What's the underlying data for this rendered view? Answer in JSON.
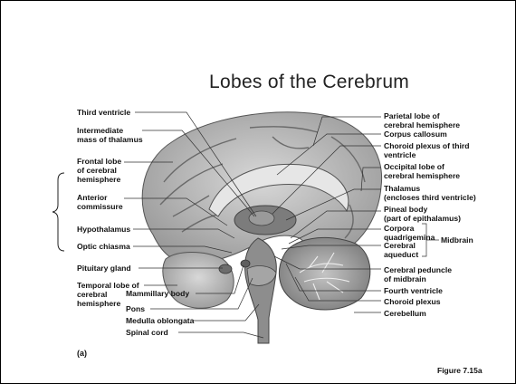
{
  "title": "Lobes of the Cerebrum",
  "panel_label": "(a)",
  "figure_caption": "Figure 7.15a",
  "labels_left": {
    "third_ventricle": "Third ventricle",
    "intermediate_mass": "Intermediate\nmass of thalamus",
    "frontal_lobe": "Frontal lobe\nof cerebral\nhemisphere",
    "anterior_commissure": "Anterior\ncommissure",
    "hypothalamus": "Hypothalamus",
    "optic_chiasma": "Optic chiasma",
    "pituitary_gland": "Pituitary gland",
    "temporal_lobe": "Temporal lobe of\ncerebral\nhemisphere"
  },
  "labels_bottom": {
    "mammillary_body": "Mammillary body",
    "pons": "Pons",
    "medulla_oblongata": "Medulla oblongata",
    "spinal_cord": "Spinal cord"
  },
  "labels_right": {
    "parietal_lobe": "Parietal lobe of\ncerebral hemisphere",
    "corpus_callosum": "Corpus callosum",
    "choroid_plexus_third": "Choroid plexus of third\nventricle",
    "occipital_lobe": "Occipital lobe of\ncerebral hemisphere",
    "thalamus": "Thalamus\n(encloses third ventricle)",
    "pineal_body": "Pineal body\n(part of epithalamus)",
    "corpora_quadrigemina": "Corpora\nquadrigemina",
    "cerebral_aqueduct": "Cerebral\naqueduct",
    "midbrain": "Midbrain",
    "cerebral_peduncle": "Cerebral peduncle\nof midbrain",
    "fourth_ventricle": "Fourth ventricle",
    "choroid_plexus": "Choroid plexus",
    "cerebellum": "Cerebellum"
  },
  "colors": {
    "background": "#ffffff",
    "brain_fill": "#b8b8b8",
    "brain_dark": "#6e6e6e",
    "leader_line": "#333333"
  }
}
